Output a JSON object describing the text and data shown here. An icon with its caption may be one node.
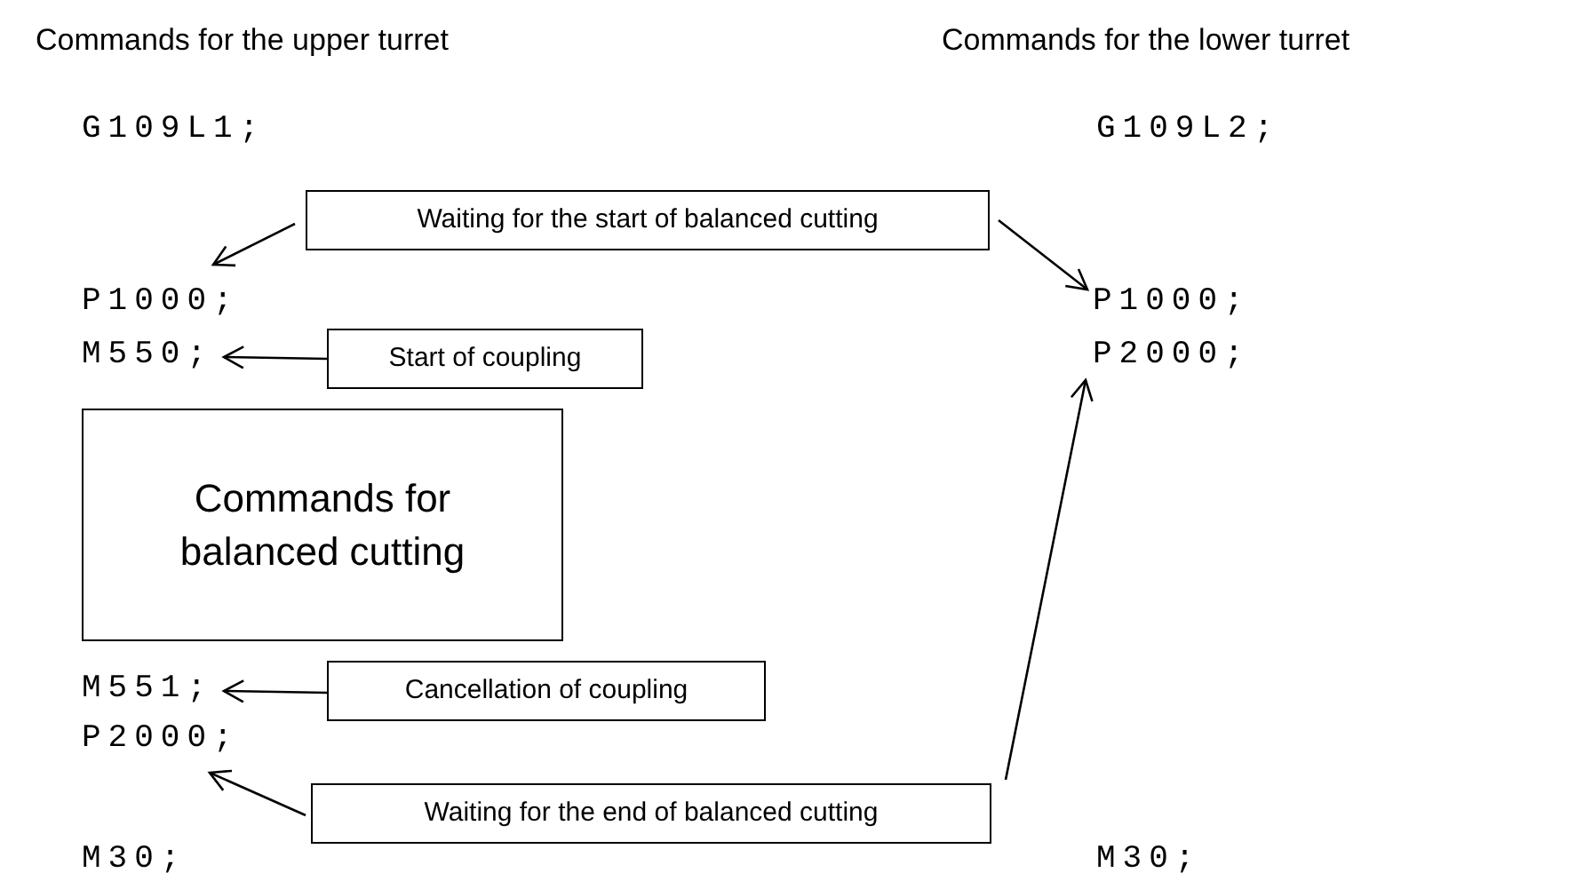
{
  "diagram": {
    "nodes": [
      {
        "text": [
          "Waiting for the start of balanced cutting"
        ]
      },
      {
        "text": [
          "P1000;"
        ]
      },
      {
        "text": [
          "P1000;"
        ]
      },
      {
        "text": [
          "M550;"
        ]
      },
      {
        "text": [
          "Start of coupling"
        ]
      },
      {
        "text": [
          "P2000;"
        ]
      },
      {
        "text": [
          "Commands for balanced cutting"
        ]
      },
      {
        "text": [
          "M551;"
        ]
      },
      {
        "text": [
          "Cancellation of coupling"
        ]
      },
      {
        "text": [
          "P2000;"
        ]
      },
      {
        "text": [
          "Waiting for the end of balanced cutting"
        ]
      }
    ],
    "edges": [
      {
        "from": 0,
        "to": 1,
        "arrow": "to"
      },
      {
        "from": 0,
        "to": 2,
        "arrow": "to"
      },
      {
        "from": 4,
        "to": 3,
        "arrow": "to"
      },
      {
        "from": 8,
        "to": 7,
        "arrow": "to"
      },
      {
        "from": 10,
        "to": 9,
        "arrow": "to"
      },
      {
        "from": 10,
        "to": 5,
        "arrow": "to"
      }
    ],
    "labels": [
      "Commands for the upper turret",
      "Commands for the lower turret",
      "G109L1;",
      "G109L2;",
      "M30;",
      "M30;"
    ]
  }
}
